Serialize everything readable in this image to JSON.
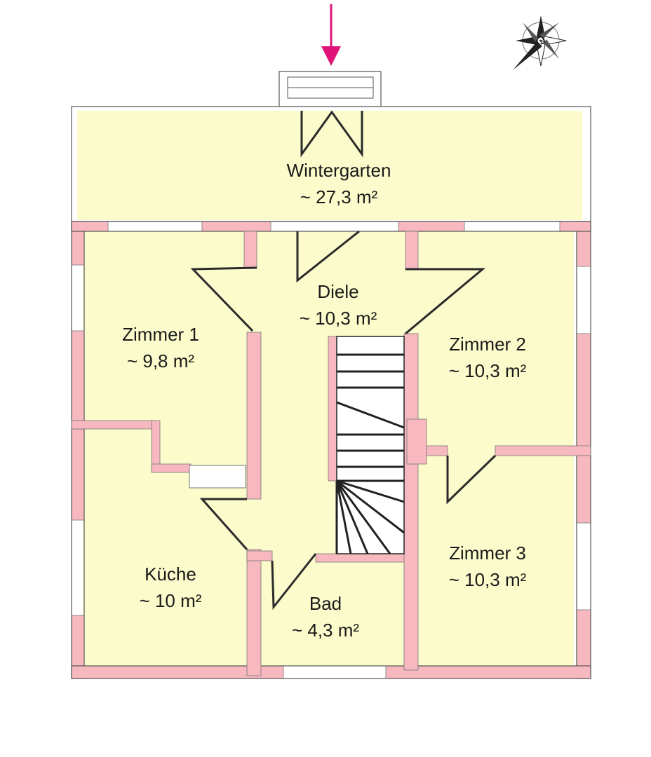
{
  "floorplan": {
    "rooms": [
      {
        "id": "wintergarten",
        "name": "Wintergarten",
        "area": "~ 27,3 m²"
      },
      {
        "id": "diele",
        "name": "Diele",
        "area": "~ 10,3 m²"
      },
      {
        "id": "zimmer1",
        "name": "Zimmer 1",
        "area": "~ 9,8 m²"
      },
      {
        "id": "zimmer2",
        "name": "Zimmer 2",
        "area": "~ 10,3 m²"
      },
      {
        "id": "zimmer3",
        "name": "Zimmer 3",
        "area": "~ 10,3 m²"
      },
      {
        "id": "kueche",
        "name": "Küche",
        "area": "~ 10 m²"
      },
      {
        "id": "bad",
        "name": "Bad",
        "area": "~ 4,3 m²"
      }
    ],
    "colors": {
      "room_fill": "#fbfbcc",
      "wall_fill": "#f7b9bf",
      "entrance_arrow": "#e0157a"
    },
    "icons": {
      "compass": "compass-rose-icon",
      "entrance": "entrance-arrow-icon"
    }
  }
}
